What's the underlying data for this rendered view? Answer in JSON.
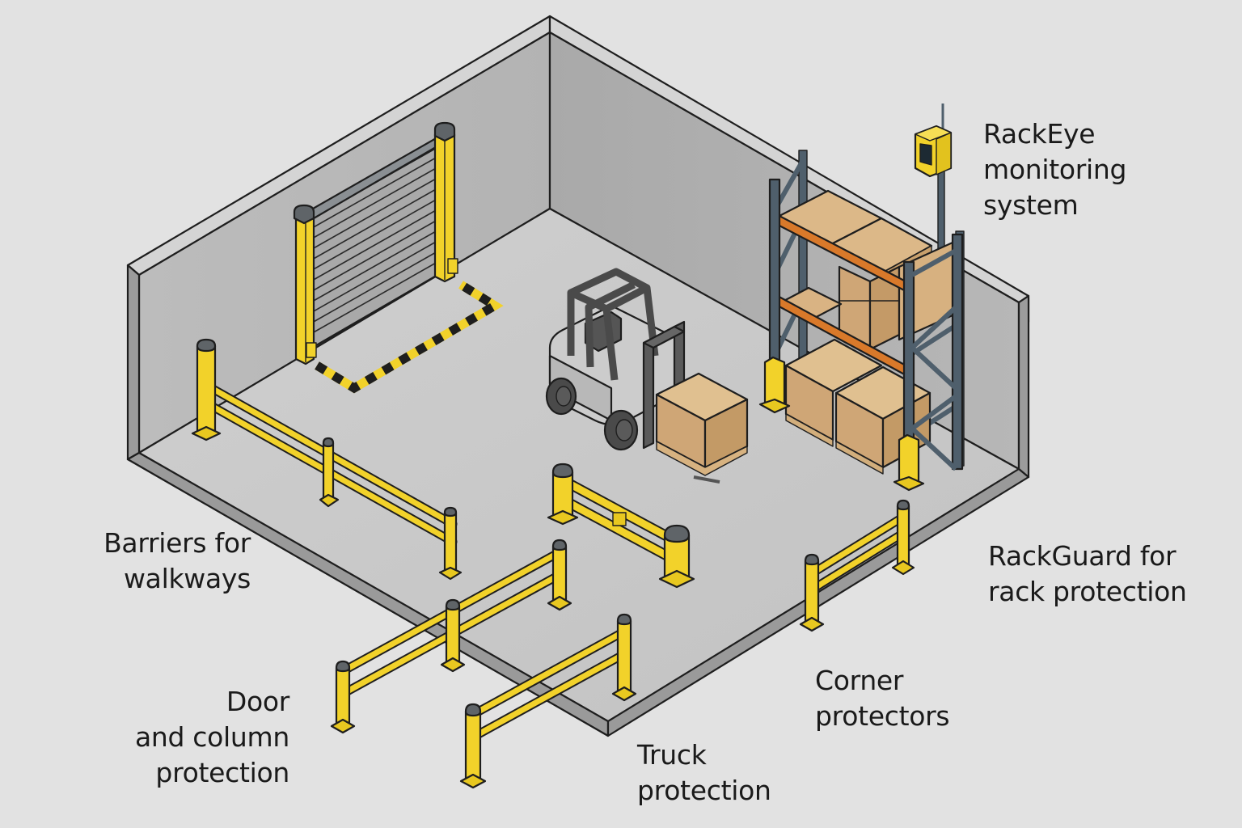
{
  "diagram": {
    "title": "Warehouse safety protection overview",
    "labels": {
      "rackeye": [
        "RackEye",
        "monitoring",
        "system"
      ],
      "barriers": [
        "Barriers for",
        "walkways"
      ],
      "rackguard": [
        "RackGuard for",
        "rack protection"
      ],
      "door": [
        "Door",
        "and column",
        "protection"
      ],
      "truck": [
        "Truck",
        "protection"
      ],
      "corner": [
        "Corner",
        "protectors"
      ]
    },
    "objects": [
      "rollup-door",
      "forklift",
      "pallet-rack",
      "rackeye-monitor",
      "walkway-barrier",
      "truck-barrier",
      "corner-barrier",
      "door-column-barriers"
    ],
    "colors": {
      "background": "#e2e2e2",
      "floor": "#c9c9c9",
      "wall_back": "#b9b9b9",
      "wall_side": "#adadad",
      "safety_yellow": "#f2d22a",
      "cap_grey": "#5f6468",
      "rack_upright": "#4f5f6c",
      "rack_beam": "#d9792a",
      "cardboard": "#d9b383",
      "forklift_body": "#c7c7c7",
      "forklift_dark": "#555555",
      "outline": "#1e1e1e"
    }
  }
}
